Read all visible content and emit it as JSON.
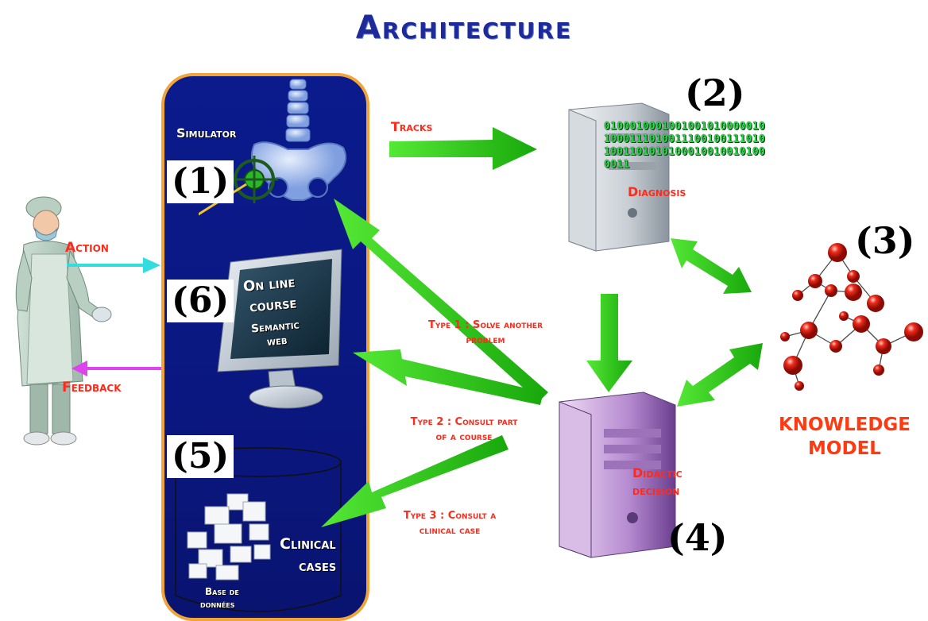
{
  "title": "Architecture",
  "labels": {
    "simulator": "Simulator",
    "tracks": "Tracks",
    "action": "Action",
    "feedback": "Feedback",
    "online_course_line1": "On line",
    "online_course_line2": "course",
    "semantic_web_line1": "Semantic",
    "semantic_web_line2": "web",
    "clinical_cases_line1": "Clinical",
    "clinical_cases_line2": "cases",
    "database_line1": "Base de",
    "database_line2": "données",
    "diagnosis": "Diagnosis",
    "didactic_line1": "Didactic",
    "didactic_line2": "decision",
    "knowledge_line1": "KNOWLEDGE",
    "knowledge_line2": "MODEL",
    "type1_line1": "Type 1 : Solve another",
    "type1_line2": "problem",
    "type2_line1": "Type 2 : Consult part",
    "type2_line2": "of a course",
    "type3_line1": "Type 3 : Consult a",
    "type3_line2": "clinical case"
  },
  "numbers": {
    "n1": "(1)",
    "n2": "(2)",
    "n3": "(3)",
    "n4": "(4)",
    "n5": "(5)",
    "n6": "(6)"
  },
  "binary": {
    "line1": "0100010001001001010000010",
    "line2": "1000111010011100100111010",
    "line3": "1001101010100010010010100",
    "line4": "0011"
  },
  "colors": {
    "panel": "#0b1b8c",
    "panel_border": "#f0a43a",
    "arrow_green": "#22cc11",
    "label_red": "#ff2a1a",
    "title_blue": "#1d2a9a",
    "action_arrow": "#33dddd",
    "feedback_arrow": "#dd44ee"
  }
}
